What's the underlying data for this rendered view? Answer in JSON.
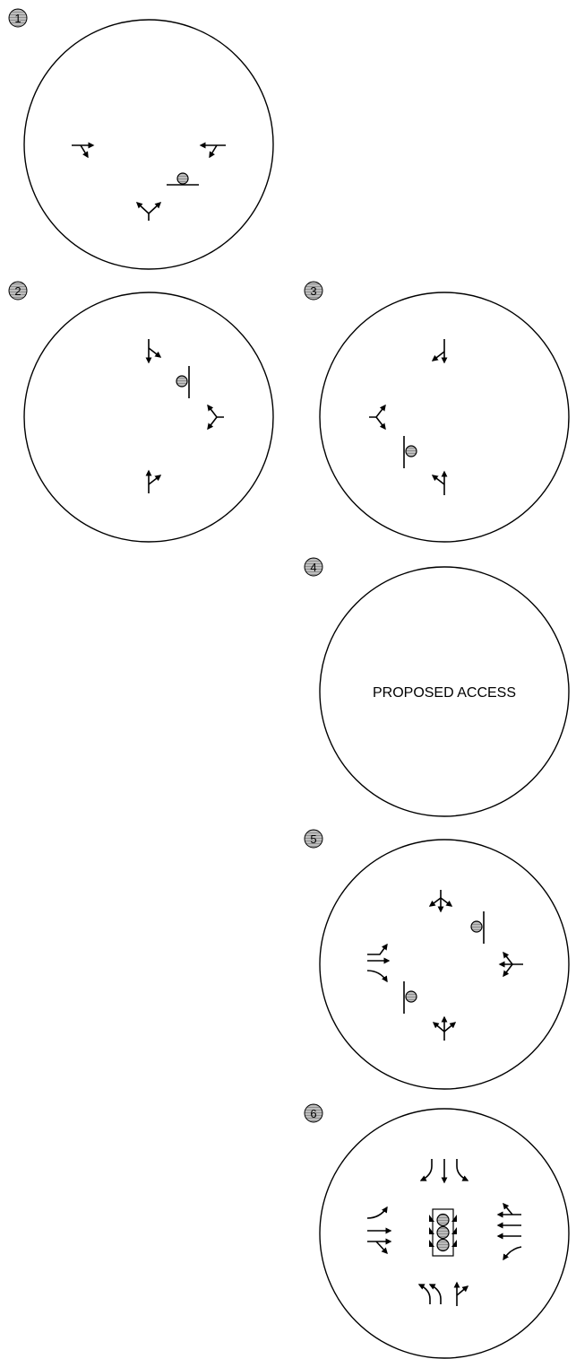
{
  "diagram": {
    "figures": [
      {
        "number": "1",
        "label": ""
      },
      {
        "number": "2",
        "label": ""
      },
      {
        "number": "3",
        "label": ""
      },
      {
        "number": "4",
        "label": "PROPOSED ACCESS"
      },
      {
        "number": "5",
        "label": ""
      },
      {
        "number": "6",
        "label": ""
      }
    ],
    "marker_symbol": "stop-sign-symbol",
    "signal_symbol": "traffic-signal-icon",
    "arrow_symbol": "lane-arrow-icon",
    "colors": {
      "stroke": "#000000",
      "badge_fill": "#b8b8b8",
      "badge_stripe": "#8a8a8a"
    }
  }
}
